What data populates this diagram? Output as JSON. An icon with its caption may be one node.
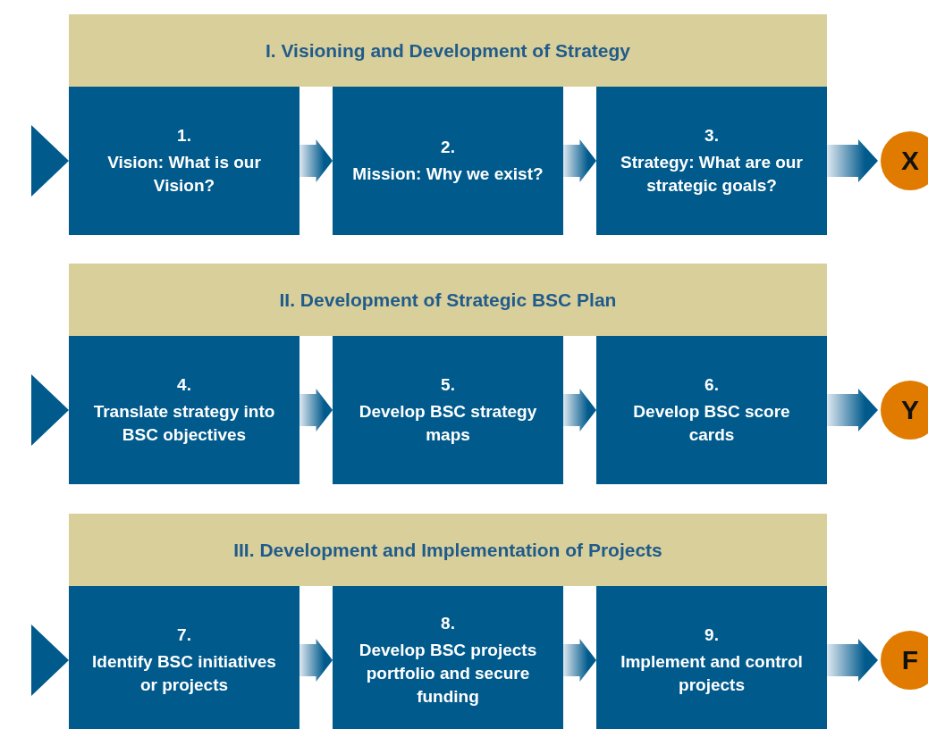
{
  "diagram": {
    "nodes": [
      {
        "text": [
          "I. Visioning and Development of Strategy"
        ]
      },
      {
        "text": [
          "1.",
          "Vision: What is our Vision?"
        ]
      },
      {
        "text": [
          "2.",
          "Mission: Why we exist?"
        ]
      },
      {
        "text": [
          "3.",
          "Strategy: What are our strategic goals?"
        ]
      },
      {
        "text": [
          "X"
        ]
      },
      {
        "text": [
          "II. Development of Strategic BSC Plan"
        ]
      },
      {
        "text": [
          "4.",
          "Translate strategy into BSC objectives"
        ]
      },
      {
        "text": [
          "5.",
          "Develop BSC strategy maps"
        ]
      },
      {
        "text": [
          "6.",
          "Develop BSC score cards"
        ]
      },
      {
        "text": [
          "Y"
        ]
      },
      {
        "text": [
          "III. Development and Implementation of Projects"
        ]
      },
      {
        "text": [
          "7.",
          "Identify BSC initiatives or projects"
        ]
      },
      {
        "text": [
          "8.",
          "Develop BSC projects portfolio and secure funding"
        ]
      },
      {
        "text": [
          "9.",
          "Implement and control projects"
        ]
      },
      {
        "text": [
          "F"
        ]
      }
    ],
    "edges": [
      {
        "from": null,
        "to": 1,
        "arrow": "to"
      },
      {
        "from": 1,
        "to": 2,
        "arrow": "to"
      },
      {
        "from": 2,
        "to": 3,
        "arrow": "to"
      },
      {
        "from": 3,
        "to": 4,
        "arrow": "to"
      },
      {
        "from": null,
        "to": 6,
        "arrow": "to"
      },
      {
        "from": 6,
        "to": 7,
        "arrow": "to"
      },
      {
        "from": 7,
        "to": 8,
        "arrow": "to"
      },
      {
        "from": 8,
        "to": 9,
        "arrow": "to"
      },
      {
        "from": null,
        "to": 11,
        "arrow": "to"
      },
      {
        "from": 11,
        "to": 12,
        "arrow": "to"
      },
      {
        "from": 12,
        "to": 13,
        "arrow": "to"
      },
      {
        "from": 13,
        "to": 14,
        "arrow": "to"
      }
    ]
  }
}
